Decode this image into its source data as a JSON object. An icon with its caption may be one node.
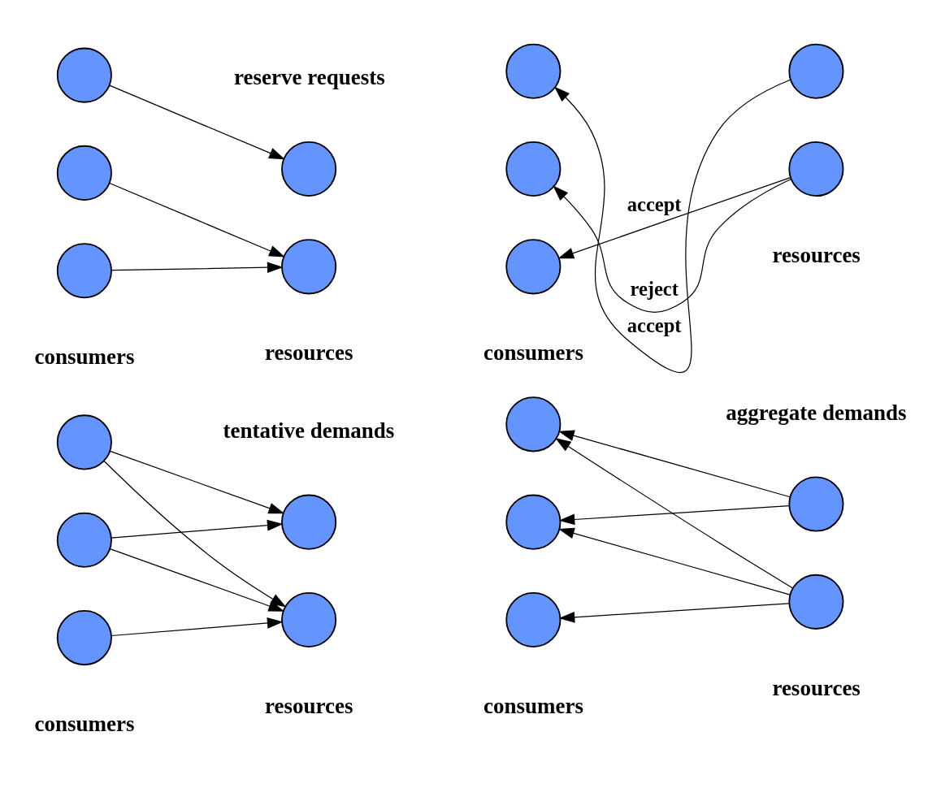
{
  "diagram": {
    "nodes": [
      {
        "text": [],
        "shape": "circle"
      },
      {
        "text": [],
        "shape": "circle"
      },
      {
        "text": [],
        "shape": "circle"
      },
      {
        "text": [],
        "shape": "circle"
      },
      {
        "text": [],
        "shape": "circle"
      },
      {
        "text": [],
        "shape": "circle"
      },
      {
        "text": [],
        "shape": "circle"
      },
      {
        "text": [],
        "shape": "circle"
      },
      {
        "text": [],
        "shape": "circle"
      },
      {
        "text": [],
        "shape": "circle"
      },
      {
        "text": [],
        "shape": "circle"
      },
      {
        "text": [],
        "shape": "circle"
      },
      {
        "text": [],
        "shape": "circle"
      },
      {
        "text": [],
        "shape": "circle"
      },
      {
        "text": [],
        "shape": "circle"
      },
      {
        "text": [],
        "shape": "circle"
      },
      {
        "text": [],
        "shape": "circle"
      },
      {
        "text": [],
        "shape": "circle"
      },
      {
        "text": [],
        "shape": "circle"
      },
      {
        "text": [],
        "shape": "circle"
      }
    ],
    "edges": [
      {
        "from": 0,
        "to": 3,
        "arrow": "to"
      },
      {
        "from": 1,
        "to": 3,
        "arrow": "to"
      },
      {
        "from": 1,
        "to": 4,
        "arrow": "to"
      },
      {
        "from": 2,
        "to": 3,
        "arrow": "to"
      },
      {
        "from": 2,
        "to": 4,
        "arrow": "to"
      },
      {
        "from": 8,
        "to": 5,
        "arrow": "to"
      },
      {
        "from": 8,
        "to": 6,
        "arrow": "to"
      },
      {
        "from": 8,
        "to": 7,
        "arrow": "to"
      },
      {
        "from": 9,
        "to": 6,
        "arrow": "to"
      },
      {
        "from": 9,
        "to": 7,
        "arrow": "to"
      },
      {
        "from": 10,
        "to": 13,
        "arrow": "to"
      },
      {
        "from": 11,
        "to": 13,
        "arrow": "to"
      },
      {
        "from": 12,
        "to": 14,
        "arrow": "to"
      },
      {
        "from": 18,
        "to": 15,
        "arrow": "to",
        "label": "accept"
      },
      {
        "from": 18,
        "to": 16,
        "arrow": "to",
        "label": "reject"
      },
      {
        "from": 19,
        "to": 17,
        "arrow": "to",
        "label": "accept"
      }
    ],
    "labels": [
      "consumers",
      "resources",
      "consumers",
      "resources",
      "tentative demands",
      "aggregate demands",
      "consumers",
      "resources",
      "consumers",
      "resources",
      "reserve requests"
    ]
  }
}
